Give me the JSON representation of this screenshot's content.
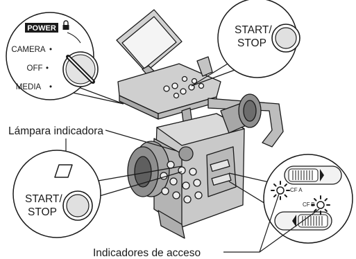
{
  "power_callout": {
    "title": "POWER",
    "positions": [
      "CAMERA",
      "OFF",
      "MEDIA"
    ],
    "lock_icon": "lock-icon"
  },
  "start_stop_top": {
    "line1": "START/",
    "line2": "STOP"
  },
  "lamp_label": "Lámpara indicadora",
  "start_stop_bottom": {
    "line1": "START/",
    "line2": "STOP"
  },
  "card_slots": {
    "slot_a": "CF A",
    "slot_b": "CF B"
  },
  "access_label": "Indicadores de acceso",
  "colors": {
    "ink": "#1a1a1a",
    "body": "#c9c9c9",
    "body_dark": "#9a9a9a",
    "callout_fill": "#ececec"
  }
}
